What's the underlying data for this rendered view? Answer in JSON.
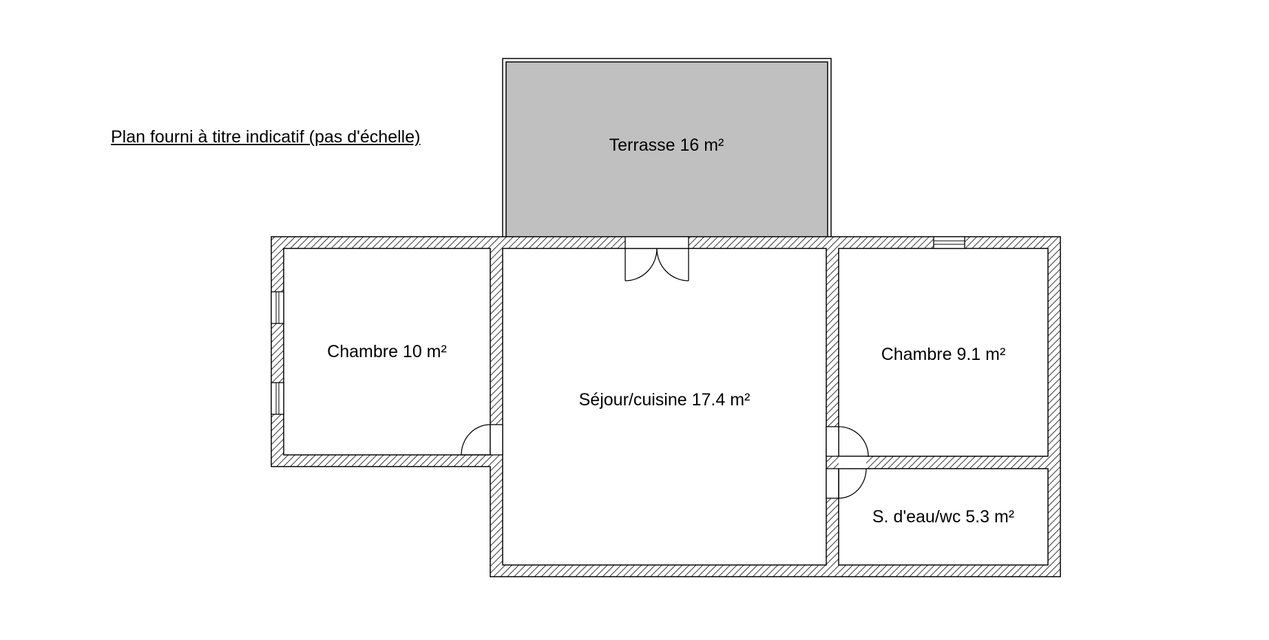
{
  "note": "Plan fourni à titre indicatif (pas d'échelle)",
  "rooms": {
    "terrace": "Terrasse 16 m²",
    "bedroom_left": "Chambre 10 m²",
    "living": "Séjour/cuisine 17.4 m²",
    "bedroom_right": "Chambre 9.1 m²",
    "bathroom": "S. d'eau/wc 5.3 m²"
  },
  "colors": {
    "terrace_fill": "#c0c0c0",
    "wall_hatch": "#000000"
  }
}
